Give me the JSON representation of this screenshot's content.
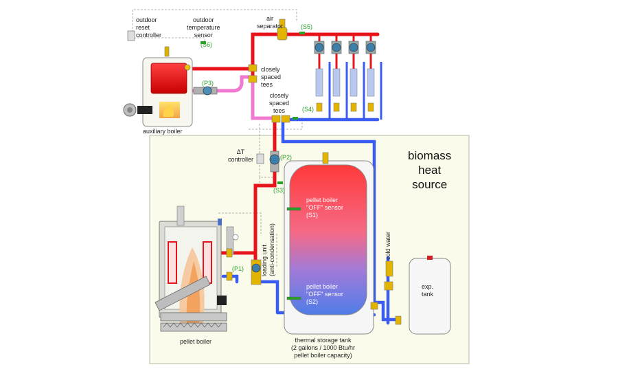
{
  "labels": {
    "outdoor_reset": "outdoor\nreset\ncontroller",
    "outdoor_temp_sensor": "outdoor\ntemperature\nsensor",
    "s6": "(S6)",
    "air_separator": "air\nseparator",
    "s5": "(S5)",
    "closely_spaced_tees_1": "closely\nspaced\ntees",
    "closely_spaced_tees_2": "closely\nspaced\ntees",
    "s4": "(S4)",
    "p3": "(P3)",
    "auxiliary_boiler": "auxiliary boiler",
    "biomass_heat_source": "biomass\nheat\nsource",
    "delta_t_controller": "ΔT\ncontroller",
    "p2": "(P2)",
    "s3": "(S3)",
    "pellet_off_s1": "pellet boiler\n\"OFF\" sensor\n(S1)",
    "pellet_off_s2": "pellet boiler\n\"OFF\" sensor\n(S2)",
    "loading_unit": "loading unit\n(anti-condensation)",
    "p1": "(P1)",
    "cold_water": "cold water",
    "exp_tank": "exp.\ntank",
    "pellet_boiler": "pellet boiler",
    "thermal_storage": "thermal storage tank\n(2 gallons / 1000 Btu/hr\npellet boiler capacity)"
  },
  "colors": {
    "hot_pipe": "#e8141b",
    "cold_pipe": "#3a5cf0",
    "mixed_pipe": "#f07ad0",
    "sensor_label": "#2aa02a",
    "zone_background": "#fbfbeb"
  }
}
